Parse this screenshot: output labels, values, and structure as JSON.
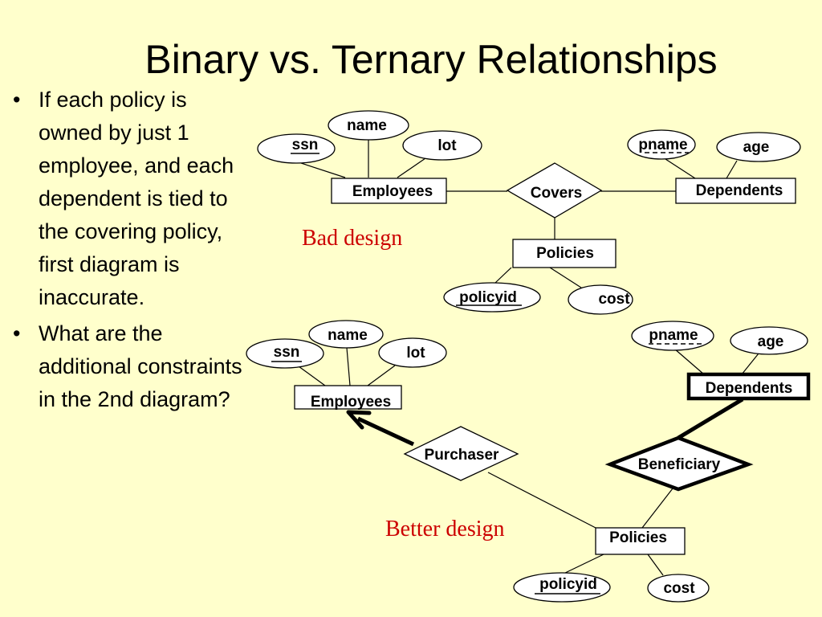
{
  "slide": {
    "title": "Binary vs. Ternary Relationships",
    "bullets": [
      "If each policy is owned by just 1 employee, and each dependent is tied to the covering policy, first diagram is inaccurate.",
      "What are the additional constraints in the 2nd diagram?"
    ]
  },
  "diagram_top": {
    "caption": "Bad design",
    "entities": {
      "employees": "Employees",
      "dependents": "Dependents",
      "policies": "Policies"
    },
    "relationship": "Covers",
    "attributes": {
      "ssn": "ssn",
      "name": "name",
      "lot": "lot",
      "pname": "pname",
      "age": "age",
      "policyid": "policyid",
      "cost": "cost"
    }
  },
  "diagram_bottom": {
    "caption": "Better design",
    "entities": {
      "employees": "Employees",
      "dependents": "Dependents",
      "policies": "Policies"
    },
    "relationships": {
      "purchaser": "Purchaser",
      "beneficiary": "Beneficiary"
    },
    "attributes": {
      "ssn": "ssn",
      "name": "name",
      "lot": "lot",
      "pname": "pname",
      "age": "age",
      "policyid": "policyid",
      "cost": "cost"
    }
  }
}
